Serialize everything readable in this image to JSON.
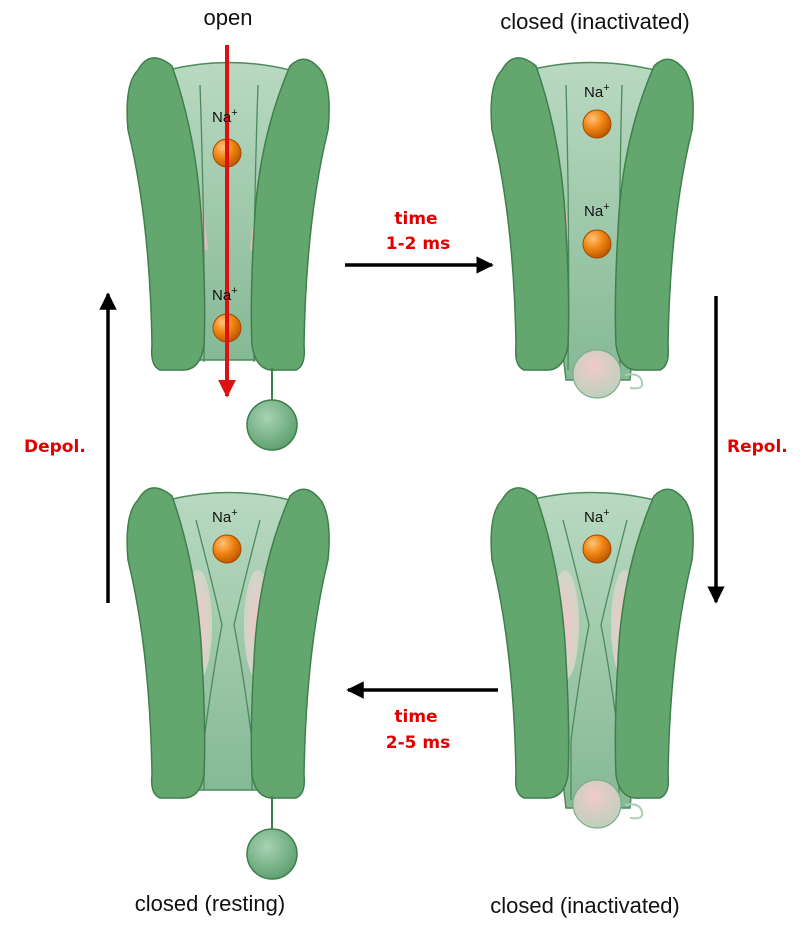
{
  "states": {
    "top_left": "open",
    "top_right": "closed (inactivated)",
    "bottom_left": "closed (resting)",
    "bottom_right": "closed (inactivated)"
  },
  "ion": {
    "symbol": "Na",
    "charge": "+"
  },
  "transitions": {
    "open_to_inactivated": {
      "line1": "time",
      "line2": "1-2 ms"
    },
    "repolarization": "Repol.",
    "inactivated_to_resting": {
      "line1": "time",
      "line2": "2-5 ms"
    },
    "depolarization": "Depol."
  },
  "colors": {
    "protein": "#63a76f",
    "protein_edge": "#3f7f4c",
    "pore": "#a7cdb2",
    "pink_region": "#e9c0c0",
    "ion": "#ee7d10",
    "flux_arrow": "#dd1111",
    "transition_arrow": "#000000",
    "transition_text": "#e00000"
  }
}
